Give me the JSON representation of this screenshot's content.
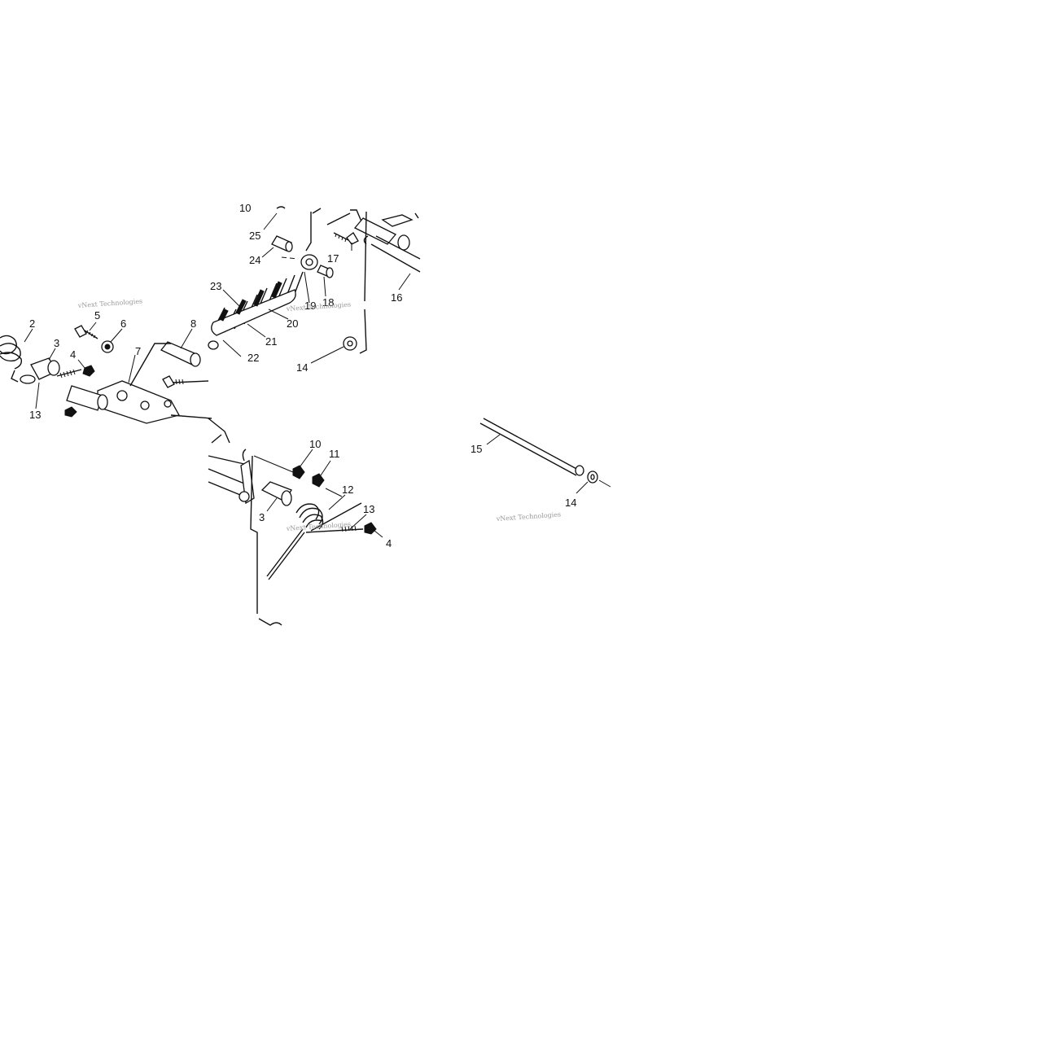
{
  "callouts": {
    "c2": "2",
    "c3a": "3",
    "c4a": "4",
    "c5": "5",
    "c6": "6",
    "c7": "7",
    "c8": "8",
    "c13a": "13",
    "c10": "10",
    "c11": "11",
    "c12": "12",
    "c13b": "13",
    "c4b": "4",
    "c3b": "3",
    "c14a": "14",
    "c14b": "14",
    "c15": "15",
    "c16": "16",
    "c17": "17",
    "c18": "18",
    "c19": "19",
    "c20": "20",
    "c21": "21",
    "c22": "22",
    "c23": "23",
    "c24": "24",
    "c25": "25",
    "c10top": "10"
  },
  "watermark": {
    "text": "vNext Technologies"
  }
}
